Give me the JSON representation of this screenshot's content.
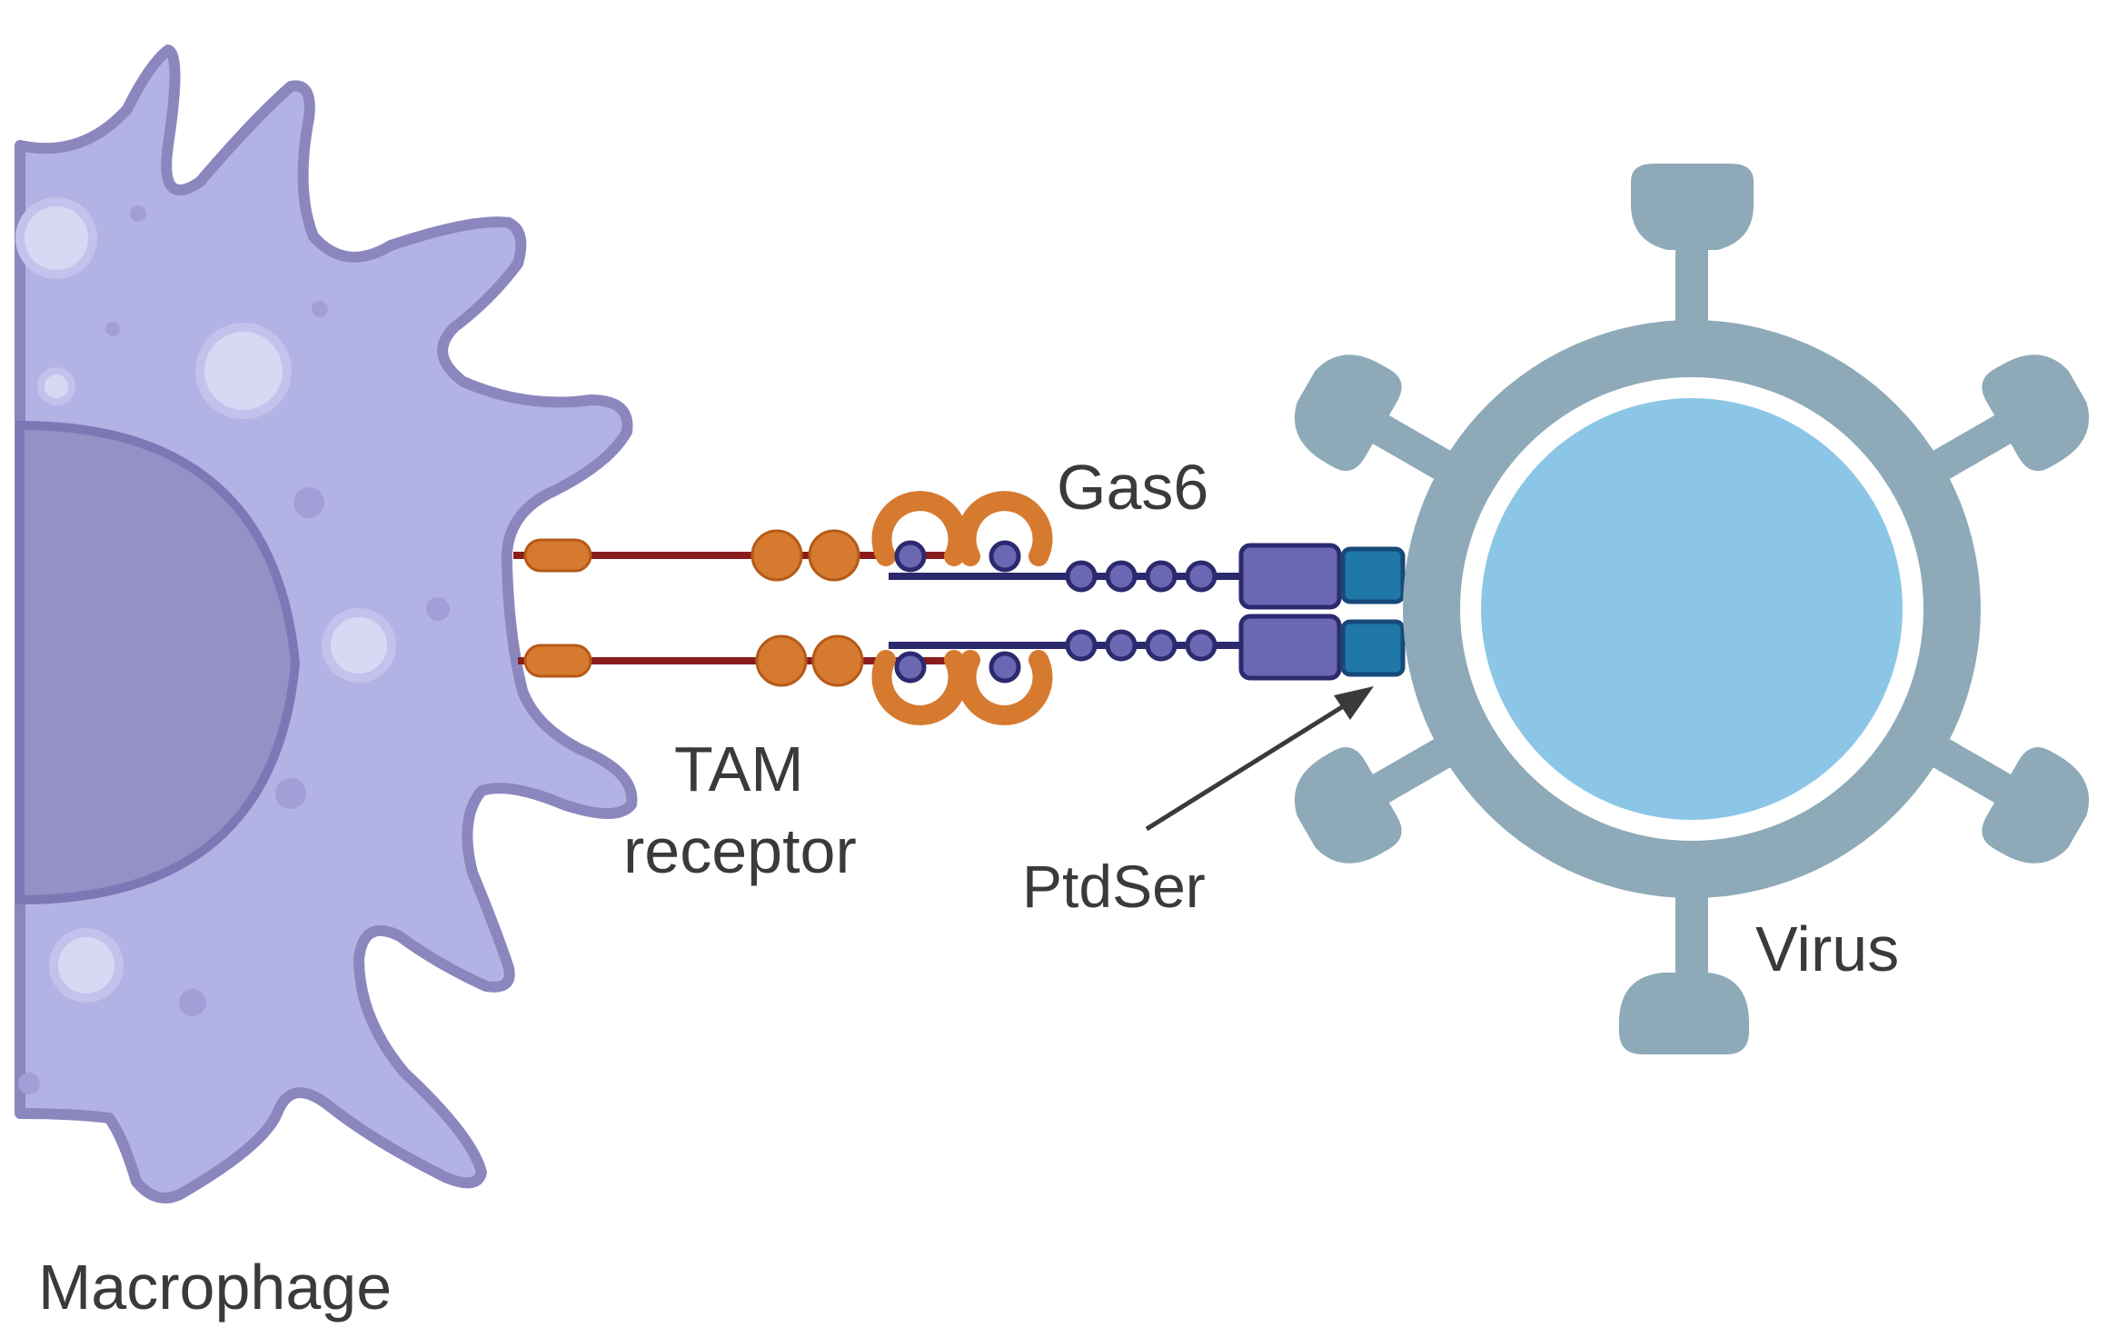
{
  "labels": {
    "macrophage": "Macrophage",
    "gas6": "Gas6",
    "tam_line1": "TAM",
    "tam_line2": "receptor",
    "ptdser": "PtdSer",
    "virus": "Virus"
  },
  "colors": {
    "macrophage_body": "#b3b2e4",
    "macrophage_outline": "#8c86bf",
    "macrophage_nucleus": "#9590c6",
    "macrophage_vesicle": "#d8d7f4",
    "receptor_line": "#8a1c1c",
    "receptor_domain": "#d67a30",
    "receptor_domain_outline": "#b55a18",
    "gas6_line": "#2c2a6e",
    "gas6_domain": "#6c67b3",
    "ptdser": "#1f78a8",
    "virus_envelope": "#8eaab8",
    "virus_core": "#8cc6e6",
    "arrow": "#3a3a3a"
  }
}
